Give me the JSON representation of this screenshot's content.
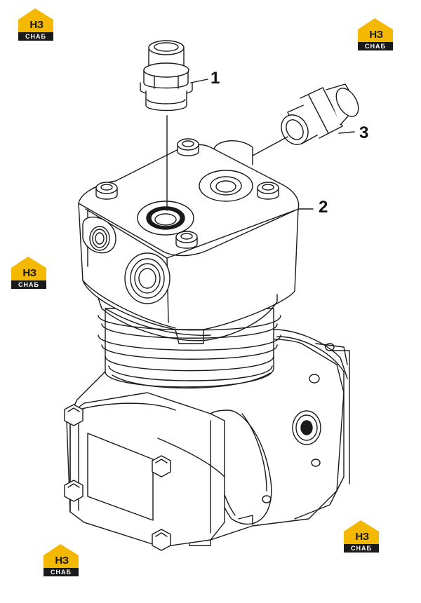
{
  "callouts": [
    {
      "id": "1",
      "label": "1"
    },
    {
      "id": "2",
      "label": "2"
    },
    {
      "id": "3",
      "label": "3"
    }
  ],
  "watermark": {
    "letters": "НЗ",
    "subtext": "СНАБ"
  },
  "colors": {
    "line": "#1a1a1a",
    "accent": "#f5b800",
    "background": "#ffffff"
  }
}
